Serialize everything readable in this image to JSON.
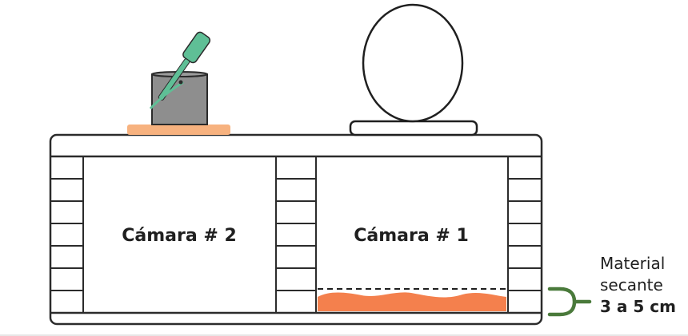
{
  "labels": {
    "chamber_2": "Cámara # 2",
    "chamber_1": "Cámara # 1",
    "material_line1": "Material",
    "material_line2": "secante",
    "material_line3": "3 a 5 cm"
  },
  "colors": {
    "outline": "#2b2b2b",
    "drying_material": "#f4804d",
    "bucket_base": "#f7b27f",
    "bucket_body": "#8e8e8e",
    "scoop": "#5fbf96",
    "bracket": "#4a7a3b"
  },
  "icons": {
    "toilet_seat": "toilet-seat-icon",
    "bucket": "bucket-with-scoop-icon",
    "bracket": "thickness-bracket-icon"
  }
}
